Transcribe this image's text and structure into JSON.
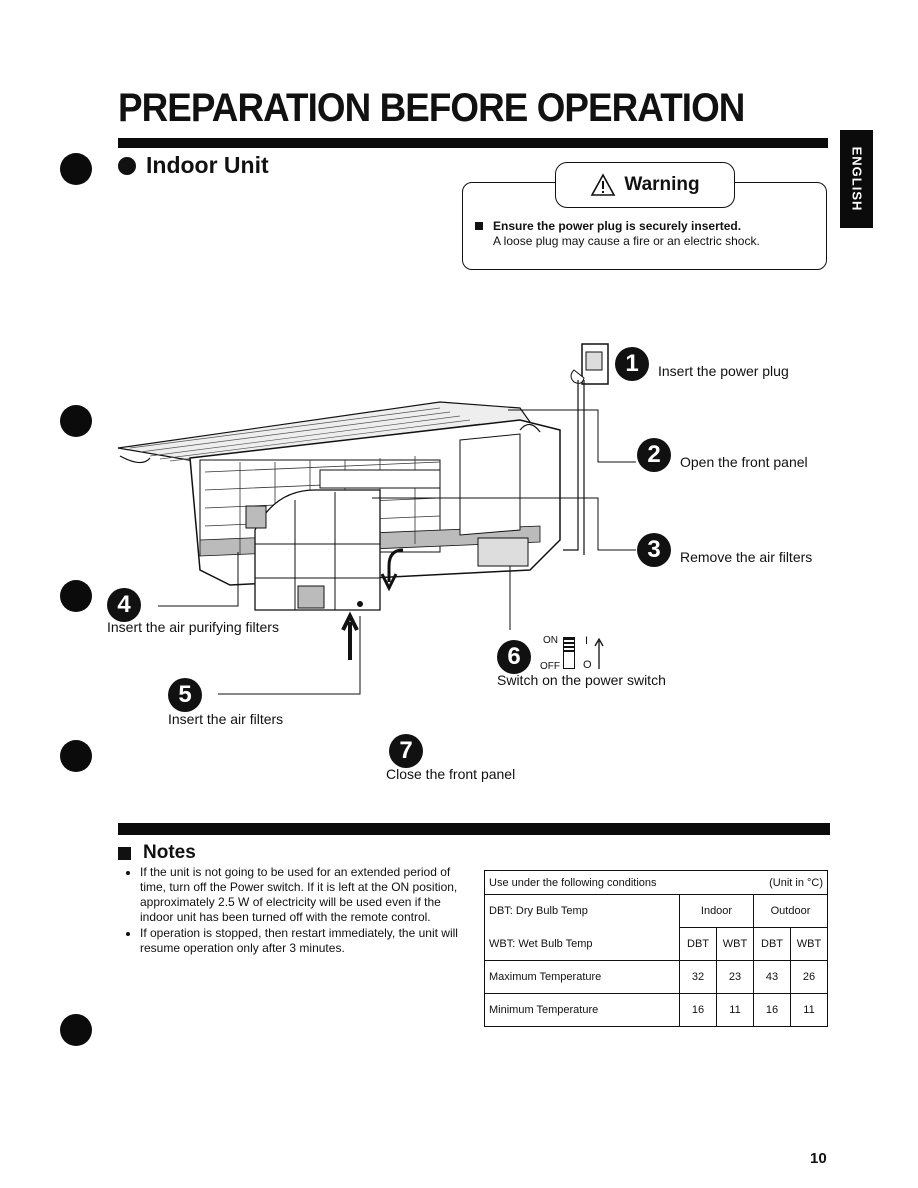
{
  "page": {
    "title": "PREPARATION BEFORE OPERATION",
    "language_tab": "ENGLISH",
    "page_number": "10"
  },
  "section": {
    "heading": "Indoor Unit"
  },
  "warning": {
    "title": "Warning",
    "bold_text": "Ensure the power plug is securely inserted.",
    "text": "A loose plug may cause a fire or an electric shock."
  },
  "steps": [
    {
      "num": "1",
      "label": "Insert the power plug"
    },
    {
      "num": "2",
      "label": "Open the front panel"
    },
    {
      "num": "3",
      "label": "Remove the air filters"
    },
    {
      "num": "4",
      "label": "Insert the air purifying filters"
    },
    {
      "num": "5",
      "label": "Insert the air filters"
    },
    {
      "num": "6",
      "label": "Switch on the power switch"
    },
    {
      "num": "7",
      "label": "Close the front panel"
    }
  ],
  "switch": {
    "on": "ON",
    "off": "OFF",
    "on_mark": "I",
    "off_mark": "O"
  },
  "notes": {
    "heading": "Notes",
    "items": [
      "If the unit is not going to be used for an extended period of time, turn off the Power switch. If it is left at the ON position, approximately 2.5 W of electricity will be used even if the indoor unit has been turned off with the remote control.",
      "If operation is stopped, then restart immediately, the unit will resume operation only after 3 minutes."
    ]
  },
  "conditions": {
    "header": "Use under the following conditions",
    "unit": "(Unit in °C)",
    "dbt_label": "DBT:  Dry Bulb Temp",
    "wbt_label": "WBT: Wet Bulb Temp",
    "indoor": "Indoor",
    "outdoor": "Outdoor",
    "cols": [
      "DBT",
      "WBT",
      "DBT",
      "WBT"
    ],
    "rows": [
      {
        "label": "Maximum Temperature",
        "values": [
          "32",
          "23",
          "43",
          "26"
        ]
      },
      {
        "label": "Minimum Temperature",
        "values": [
          "16",
          "11",
          "16",
          "11"
        ]
      }
    ]
  }
}
